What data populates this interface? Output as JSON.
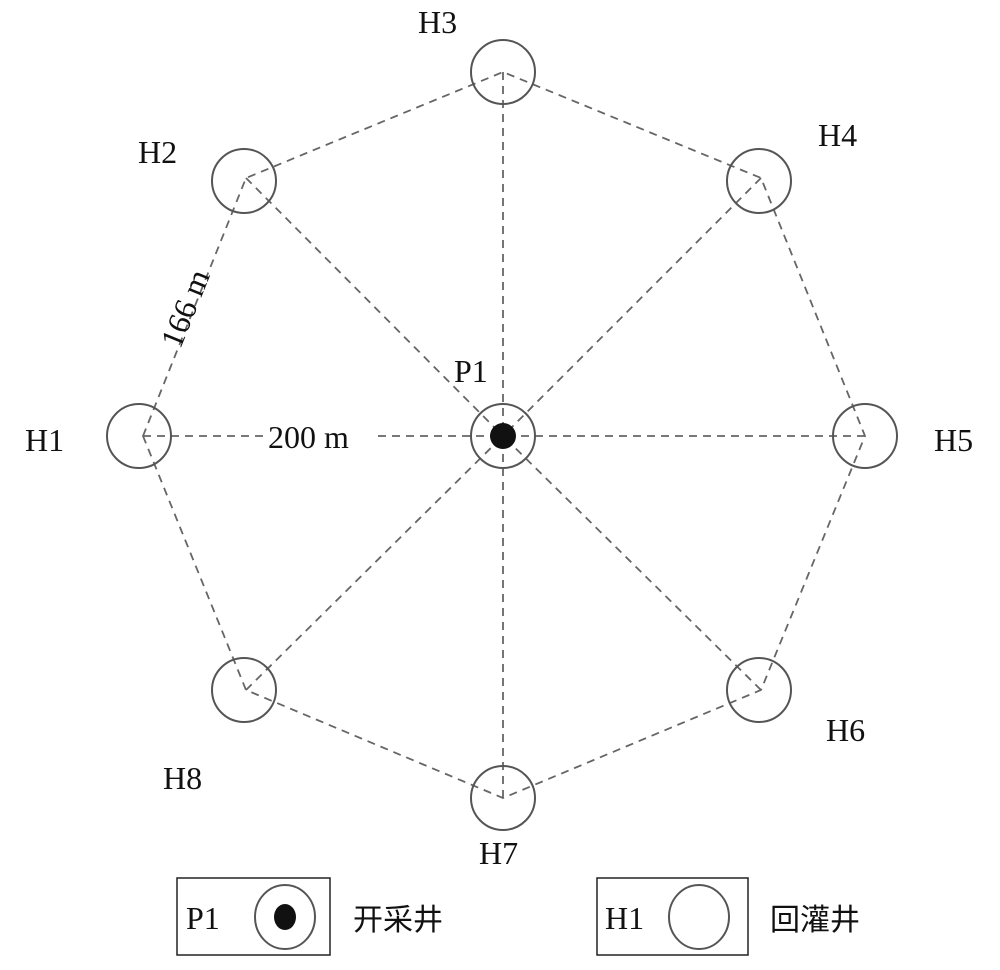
{
  "diagram": {
    "production_well": {
      "label": "P1"
    },
    "injection_wells": [
      {
        "label": "H1"
      },
      {
        "label": "H2"
      },
      {
        "label": "H3"
      },
      {
        "label": "H4"
      },
      {
        "label": "H5"
      },
      {
        "label": "H6"
      },
      {
        "label": "H7"
      },
      {
        "label": "H8"
      }
    ],
    "edge_length_label": "166 m",
    "radius_label": "200 m"
  },
  "legend": {
    "production": {
      "symbol_label": "P1",
      "text": "开采井"
    },
    "injection": {
      "symbol_label": "H1",
      "text": "回灌井"
    }
  }
}
